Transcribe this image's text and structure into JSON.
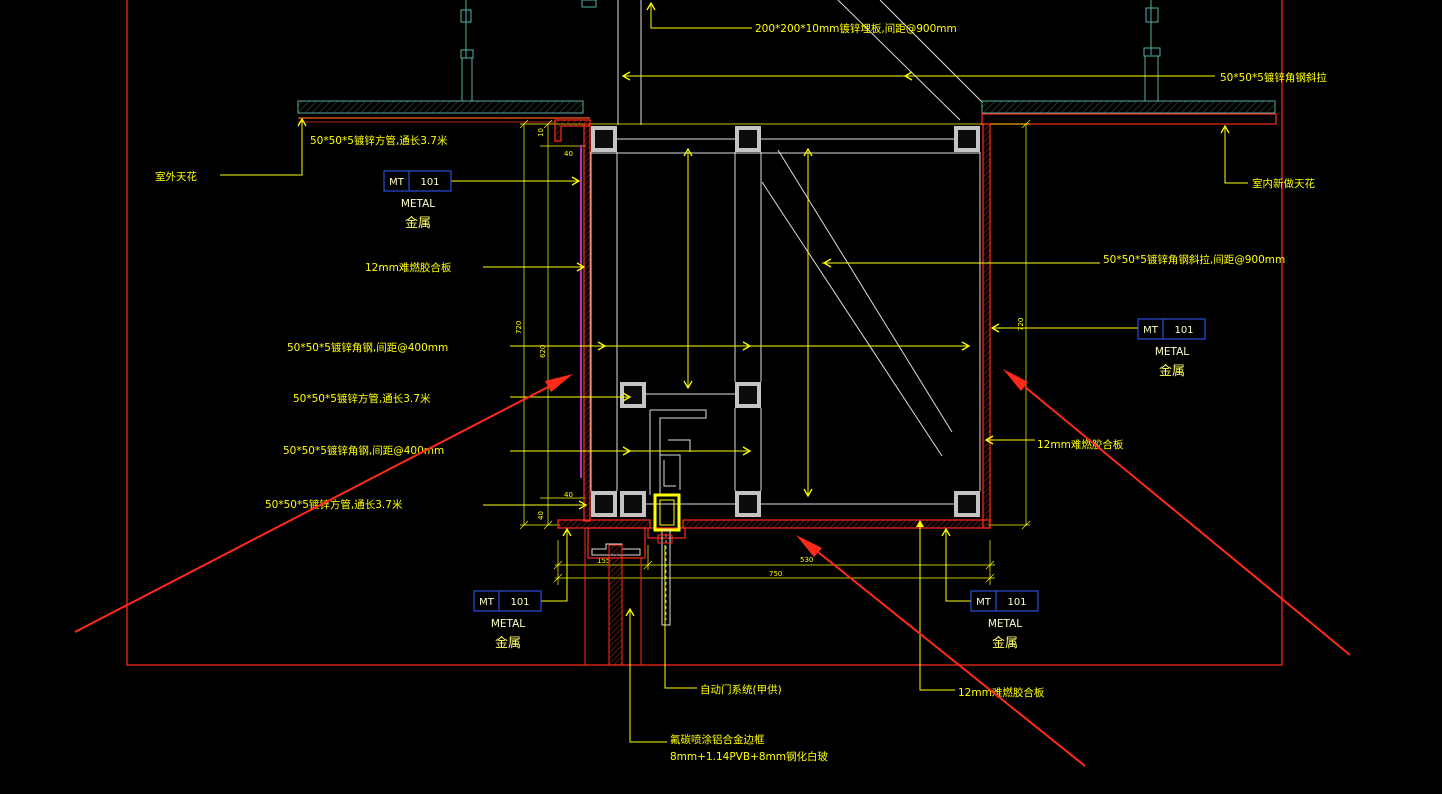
{
  "labels": {
    "embed_plate": "200*200*10mm镀锌埋板,间距@900mm",
    "brace_top": "50*50*5镀锌角钢斜拉",
    "tube_top": "50*50*5镀锌方管,通长3.7米",
    "outdoor_ceiling": "室外天花",
    "indoor_ceiling": "室内新做天花",
    "plywood_left": "12mm难燃胶合板",
    "brace_right": "50*50*5镀锌角钢斜拉,间距@900mm",
    "angle_upper": "50*50*5镀锌角钢,间距@400mm",
    "tube_middle": "50*50*5镀锌方管,通长3.7米",
    "plywood_right": "12mm难燃胶合板",
    "angle_lower": "50*50*5镀锌角钢,间距@400mm",
    "tube_bottom": "50*50*5镀锌方管,通长3.7米",
    "auto_door": "自动门系统(甲供)",
    "plywood_bottom": "12mm难燃胶合板",
    "alu_frame": "氟碳喷涂铝合金边框",
    "glass": "8mm+1.14PVB+8mm钢化白玻"
  },
  "material_tags": [
    {
      "code": "MT",
      "number": "101",
      "name_en": "METAL",
      "name_cn": "金属"
    },
    {
      "code": "MT",
      "number": "101",
      "name_en": "METAL",
      "name_cn": "金属"
    },
    {
      "code": "MT",
      "number": "101",
      "name_en": "METAL",
      "name_cn": "金属"
    },
    {
      "code": "MT",
      "number": "101",
      "name_en": "METAL",
      "name_cn": "金属"
    }
  ],
  "dimensions": {
    "cap": "10",
    "flange_top": "40",
    "height_outer": "720",
    "height_inner": "620",
    "flange_bottom": "40",
    "base": "40",
    "height_right": "720",
    "door_offset": "155",
    "bottom_inner": "530",
    "bottom_total": "750"
  },
  "colors": {
    "background": "#000000",
    "annotation": "#ffff00",
    "section": "#ff2b1c",
    "steel": "#dcdcdc",
    "tag_border": "#2f5bff",
    "callout": "#ff2a1a",
    "ceiling": "#4fb3a8"
  }
}
